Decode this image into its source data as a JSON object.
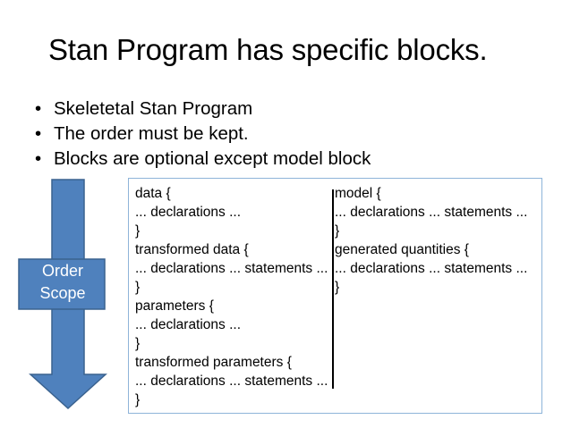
{
  "slide": {
    "title": "Stan Program has specific blocks.",
    "bullet_marker": "•",
    "bullets": [
      "Skeletetal Stan Program",
      "The order must be kept.",
      "Blocks are optional except model block"
    ]
  },
  "arrow": {
    "name": "down-arrow",
    "label_line_1": "Order",
    "label_line_2": "Scope",
    "fill_color": "#4f81bd",
    "stroke_color": "#3a628f",
    "text_color": "#ffffff"
  },
  "code_box": {
    "border_color": "#8eb4d9",
    "divider_color": "#000000",
    "left_column": [
      "data {",
      "... declarations ...",
      "}",
      "transformed data {",
      "... declarations ... statements ...",
      "}",
      "parameters {",
      "... declarations ...",
      "}",
      "transformed parameters {",
      "... declarations ... statements ...",
      "}"
    ],
    "right_column": [
      "model {",
      "... declarations ... statements ...",
      "}",
      "generated quantities {",
      "... declarations ... statements ...",
      "}"
    ]
  }
}
